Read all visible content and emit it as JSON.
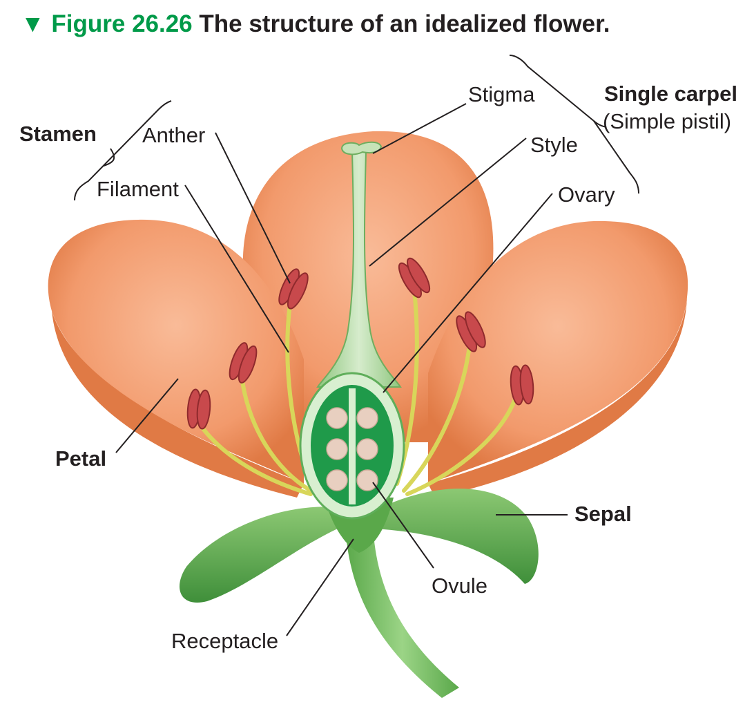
{
  "figure": {
    "marker": "▼",
    "number": "Figure 26.26",
    "caption": "The structure of an idealized flower."
  },
  "groups": {
    "stamen": "Stamen",
    "carpel_title": "Single carpel",
    "carpel_subtitle": "(Simple pistil)"
  },
  "labels": {
    "anther": "Anther",
    "filament": "Filament",
    "stigma": "Stigma",
    "style": "Style",
    "ovary": "Ovary",
    "petal": "Petal",
    "sepal": "Sepal",
    "ovule": "Ovule",
    "receptacle": "Receptacle"
  },
  "colors": {
    "heading_green": "#009a49",
    "petal": "#f2a07a",
    "petal_shadow": "#e07a45",
    "sepal": "#5fa84a",
    "stem": "#7cc26a",
    "style": "#b9dcae",
    "ovary_wall": "#d8efd0",
    "ovary_chamber": "#1f9a4a",
    "ovule": "#e8cfc0",
    "anther": "#c8494c",
    "filament": "#d8d65a",
    "text": "#231f20"
  }
}
